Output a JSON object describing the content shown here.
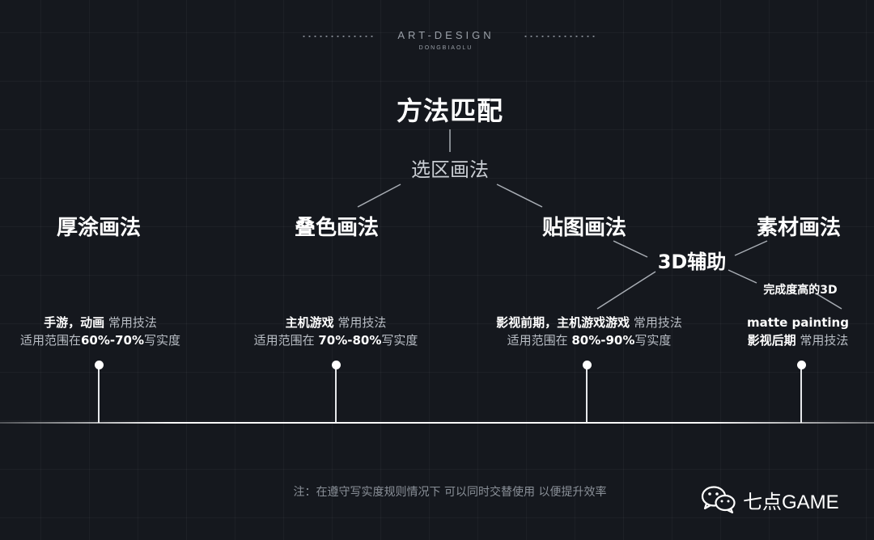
{
  "header": {
    "brand": "ART-DESIGN",
    "brand_sub": "DONGBIAOLU"
  },
  "root": {
    "title": "方法匹配",
    "subtitle": "选区画法"
  },
  "methods": [
    {
      "name": "厚涂画法",
      "line1_bold": "手游，动画",
      "line1_rest": " 常用技法",
      "line2_pre": "适用范围在",
      "line2_bold": "60%-70%",
      "line2_post": "写实度"
    },
    {
      "name": "叠色画法",
      "line1_bold": "主机游戏",
      "line1_rest": " 常用技法",
      "line2_pre": "适用范围在 ",
      "line2_bold": "70%-80%",
      "line2_post": "写实度"
    },
    {
      "name": "贴图画法",
      "line1_bold": "影视前期，主机游戏游戏",
      "line1_rest": " 常用技法",
      "line2_pre": "适用范围在 ",
      "line2_bold": "80%-90%",
      "line2_post": "写实度"
    },
    {
      "name": "素材画法",
      "line1_bold": "matte painting",
      "line2_bold": "影视后期",
      "line2_rest": " 常用技法"
    }
  ],
  "assist": {
    "label": "3D辅助",
    "note": "完成度高的3D"
  },
  "footer": {
    "note": "注：在遵守写实度规则情况下 可以同时交替使用 以便提升效率",
    "logo_text": "七点GAME"
  },
  "colors": {
    "background": "#15181e",
    "text": "#ffffff",
    "muted": "#b9bec5"
  }
}
